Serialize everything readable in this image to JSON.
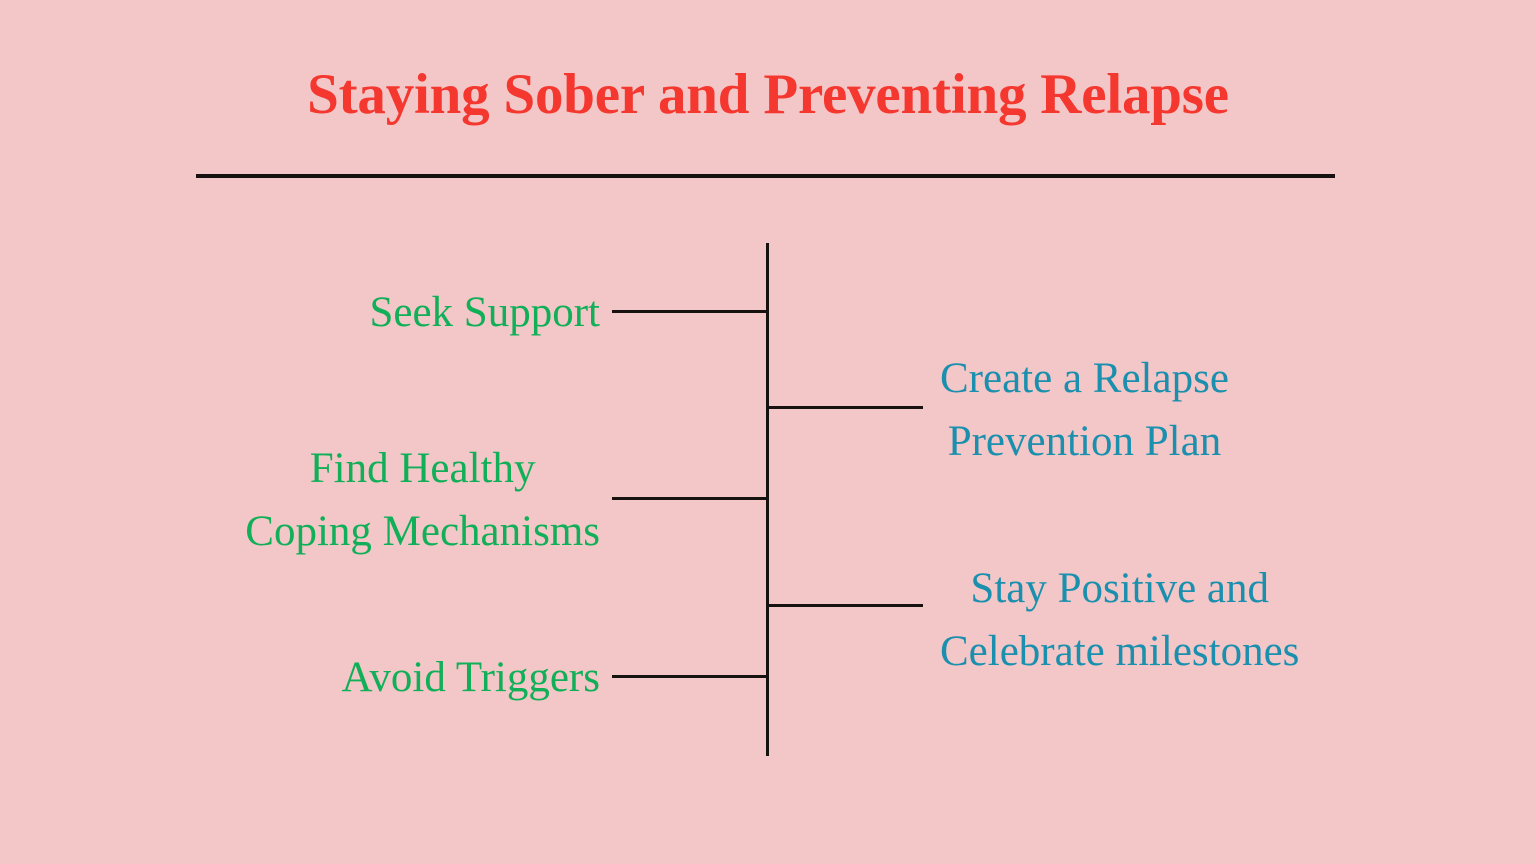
{
  "slide": {
    "title": "Staying Sober and Preventing Relapse",
    "background_color": "#f3c7c7",
    "title_color": "#f4372f",
    "rule_color": "#16120f"
  },
  "diagram": {
    "spine_color": "#16120f",
    "left_branch_color": "#10af58",
    "right_branch_color": "#1a8fae",
    "left_branches": [
      {
        "label": "Seek Support"
      },
      {
        "label": "Find Healthy\nCoping Mechanisms"
      },
      {
        "label": "Avoid Triggers"
      }
    ],
    "right_branches": [
      {
        "label": "Create a Relapse\nPrevention Plan"
      },
      {
        "label": "Stay Positive and\nCelebrate milestones"
      }
    ]
  }
}
